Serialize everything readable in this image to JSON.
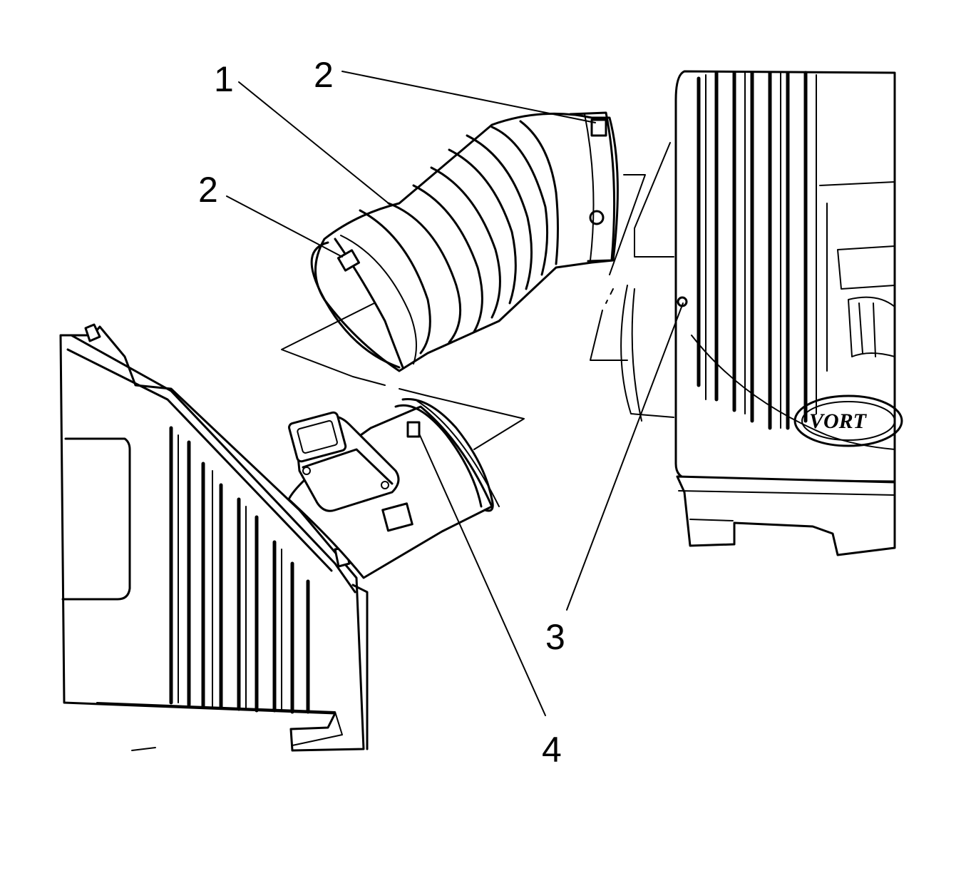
{
  "callouts": [
    {
      "id": "1",
      "label": "1"
    },
    {
      "id": "2a",
      "label": "2"
    },
    {
      "id": "2b",
      "label": "2"
    },
    {
      "id": "3",
      "label": "3"
    },
    {
      "id": "4",
      "label": "4"
    }
  ],
  "logo_text": "VORT",
  "colors": {
    "line": "#000000",
    "background": "#ffffff"
  }
}
